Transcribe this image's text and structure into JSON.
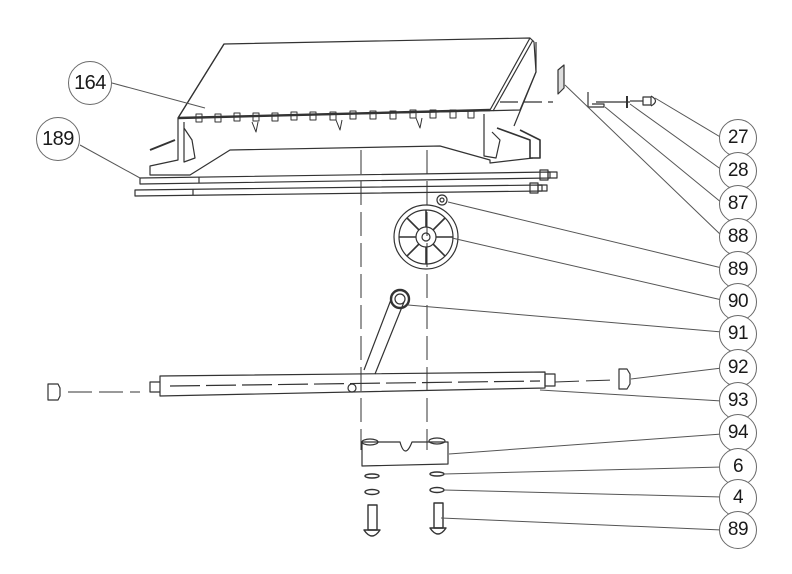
{
  "diagram": {
    "type": "exploded parts diagram",
    "line_color": "#333333",
    "leader_color": "#555555",
    "callouts": [
      {
        "id": "164",
        "label": "164",
        "part": "cover / lid"
      },
      {
        "id": "189",
        "label": "189",
        "part": "rods"
      },
      {
        "id": "27",
        "label": "27",
        "part": "screw"
      },
      {
        "id": "28",
        "label": "28",
        "part": "washer"
      },
      {
        "id": "87",
        "label": "87",
        "part": "bracket"
      },
      {
        "id": "88",
        "label": "88",
        "part": "plate"
      },
      {
        "id": "89a",
        "label": "89",
        "part": "nut"
      },
      {
        "id": "90",
        "label": "90",
        "part": "knob"
      },
      {
        "id": "91",
        "label": "91",
        "part": "handle"
      },
      {
        "id": "92",
        "label": "92",
        "part": "end cap"
      },
      {
        "id": "93",
        "label": "93",
        "part": "shaft"
      },
      {
        "id": "94",
        "label": "94",
        "part": "mounting bracket"
      },
      {
        "id": "6",
        "label": "6",
        "part": "washer"
      },
      {
        "id": "4",
        "label": "4",
        "part": "washer"
      },
      {
        "id": "89b",
        "label": "89",
        "part": "bolt"
      }
    ]
  }
}
